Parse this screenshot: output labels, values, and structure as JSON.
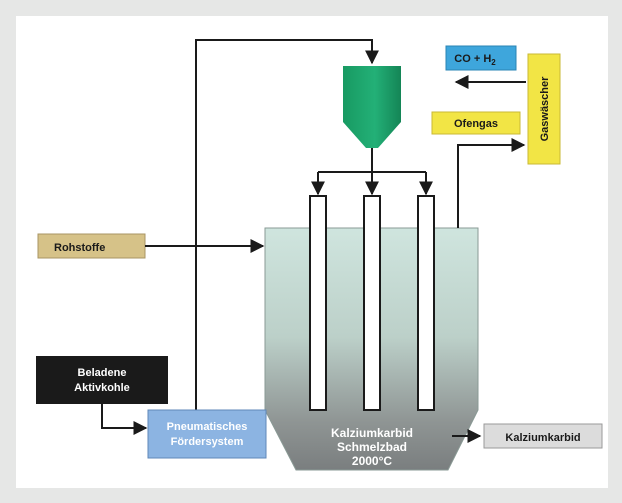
{
  "labels": {
    "co_h2_main": "CO + H",
    "co_h2_sub": "2",
    "gaswascher": "Gaswäscher",
    "ofengas": "Ofengas",
    "rohstoffe": "Rohstoffe",
    "beladene_line1": "Beladene",
    "beladene_line2": "Aktivkohle",
    "pneumatisches_line1": "Pneumatisches",
    "pneumatisches_line2": "Fördersystem",
    "furnace_line1": "Kalziumkarbid",
    "furnace_line2": "Schmelzbad",
    "furnace_line3": "2000°C",
    "output": "Kalziumkarbid"
  },
  "colors": {
    "background": "#e6e7e6",
    "panel": "#ffffff",
    "co_box": "#3ea6dc",
    "gaswascher_box": "#f2e545",
    "ofengas_box": "#f2e545",
    "rohstoffe_box": "#d6c288",
    "beladene_box": "#1a1a1a",
    "pneumatic_box": "#8cb4e2",
    "hopper": "#1fa36a",
    "melt_bath_top": "#cfe5de",
    "melt_bath_bottom": "#7f8384",
    "output_box": "#dcdcdc",
    "line": "#1a1a1a"
  }
}
